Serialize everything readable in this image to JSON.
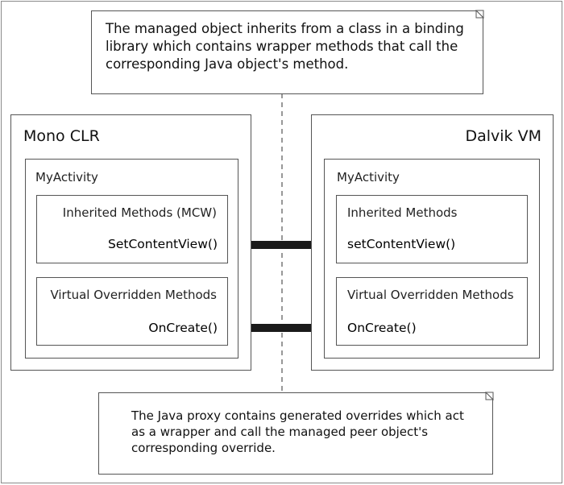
{
  "top_note": {
    "lines": [
      "The managed object inherits from a class in a binding",
      "library which contains wrapper methods that call the",
      "corresponding Java object's method."
    ]
  },
  "bottom_note": {
    "lines": [
      "The Java proxy contains generated overrides which act",
      "as a wrapper and call the managed peer object's",
      "corresponding override."
    ]
  },
  "mono": {
    "title": "Mono CLR",
    "activity": "MyActivity",
    "inherited_label": "Inherited Methods (MCW)",
    "inherited_method": "SetContentView()",
    "virtual_label": "Virtual Overridden Methods",
    "virtual_method": "OnCreate()"
  },
  "dalvik": {
    "title": "Dalvik VM",
    "activity": "MyActivity",
    "inherited_label": "Inherited Methods",
    "inherited_method": "setContentView()",
    "virtual_label": "Virtual Overridden Methods",
    "virtual_method": "OnCreate()"
  },
  "colors": {
    "border": "#555555",
    "arrow": "#1a1a1a",
    "background": "#ffffff"
  }
}
